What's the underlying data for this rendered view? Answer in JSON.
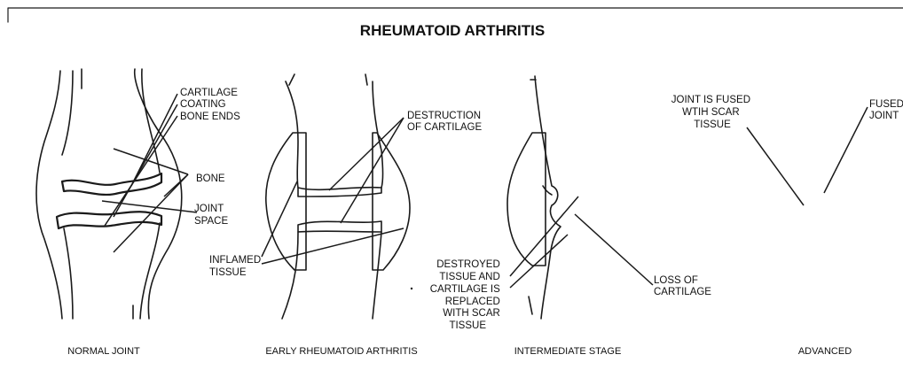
{
  "title": "RHEUMATOID ARTHRITIS",
  "normal": {
    "caption": "NORMAL JOINT",
    "cartilage_label": [
      "CARTILAGE",
      "COATING",
      "BONE ENDS"
    ],
    "bone_label": "BONE",
    "joint_space_label": [
      "JOINT",
      "SPACE"
    ]
  },
  "early": {
    "caption": "EARLY RHEUMATOID ARTHRITIS",
    "destruction_label": [
      "DESTRUCTION",
      "OF CARTILAGE"
    ],
    "inflamed_label": [
      "INFLAMED",
      "TISSUE"
    ]
  },
  "intermediate": {
    "caption": "INTERMEDIATE STAGE",
    "destroyed_label": [
      "DESTROYED",
      "TISSUE AND",
      "CARTILAGE IS",
      "REPLACED",
      "WITH SCAR",
      "TISSUE"
    ],
    "loss_label": [
      "LOSS OF",
      "CARTILAGE"
    ]
  },
  "advanced": {
    "caption": "ADVANCED",
    "fused_scar_label": [
      "JOINT IS FUSED",
      "WTIH SCAR",
      "TISSUE"
    ],
    "fused_joint_label": [
      "FUSED",
      "JOINT"
    ]
  }
}
